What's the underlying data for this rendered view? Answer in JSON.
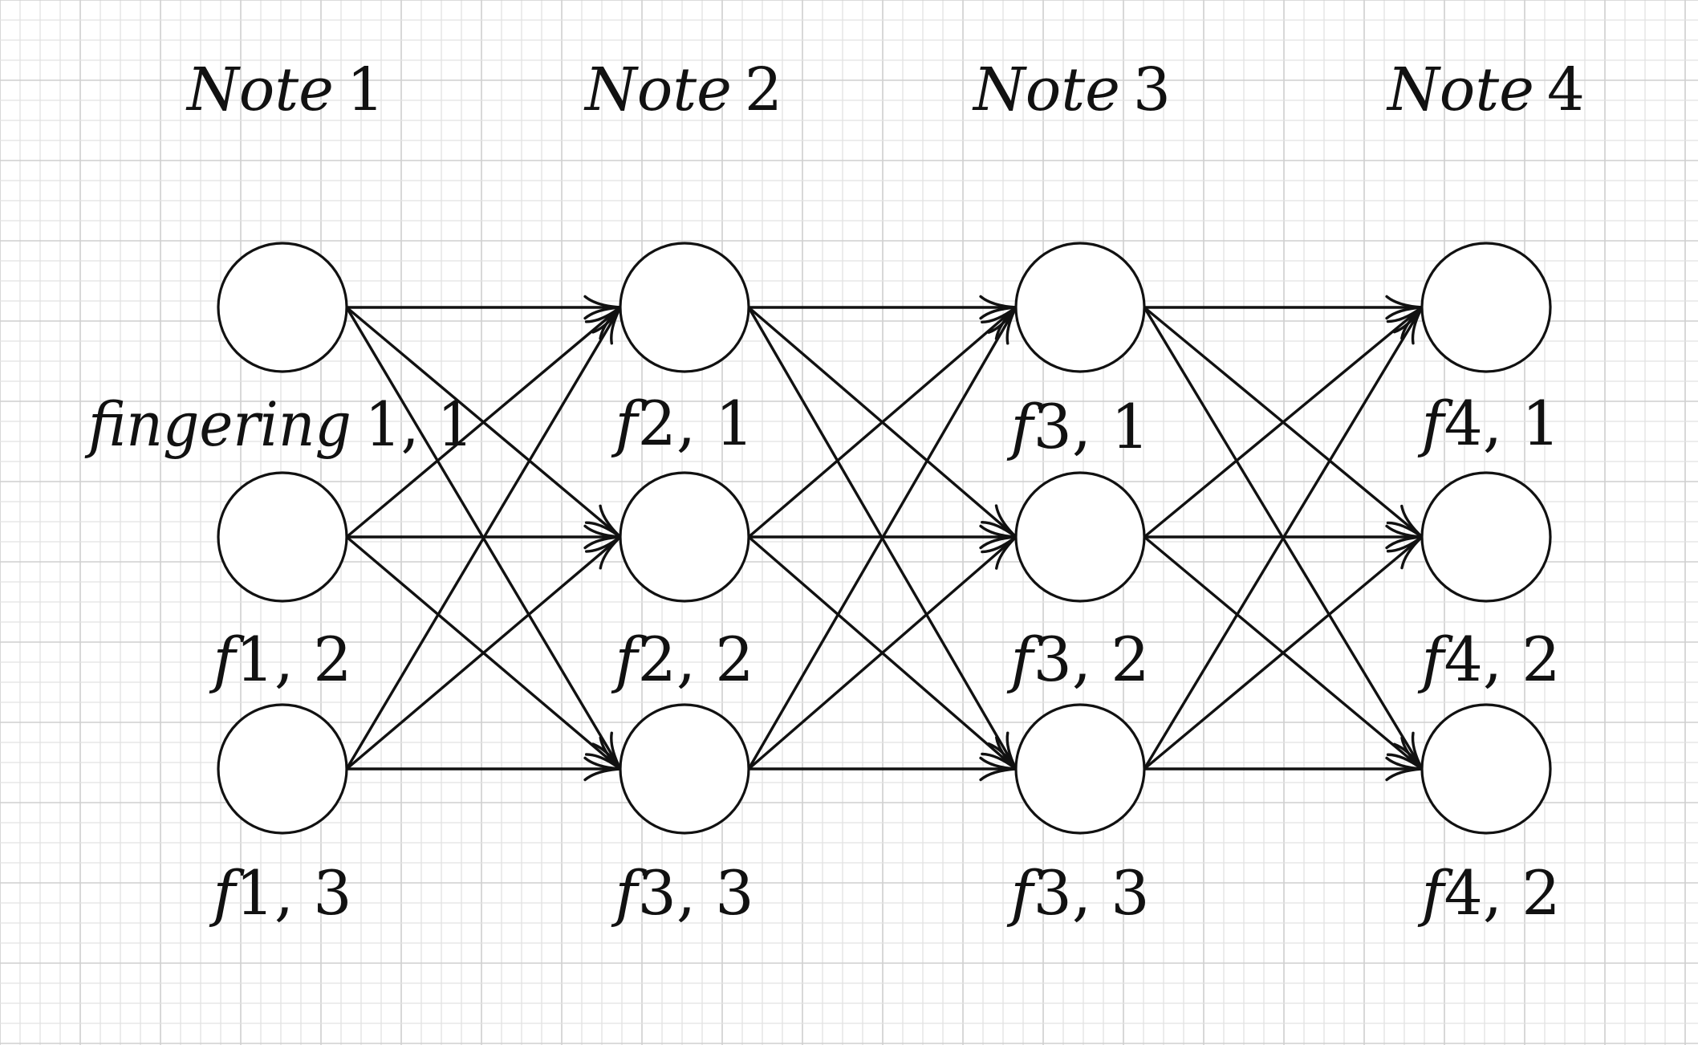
{
  "notes": [
    {
      "title_word": "Note",
      "title_number": "1",
      "fingerings": [
        {
          "prefix": "fingering",
          "label": "1, 1"
        },
        {
          "prefix": "f",
          "label": "1, 2"
        },
        {
          "prefix": "f",
          "label": "1, 3"
        }
      ]
    },
    {
      "title_word": "Note",
      "title_number": "2",
      "fingerings": [
        {
          "prefix": "f",
          "label": "2, 1"
        },
        {
          "prefix": "f",
          "label": "2, 2"
        },
        {
          "prefix": "f",
          "label": "3, 3"
        }
      ]
    },
    {
      "title_word": "Note",
      "title_number": "3",
      "fingerings": [
        {
          "prefix": "f",
          "label": "3, 1"
        },
        {
          "prefix": "f",
          "label": "3, 2"
        },
        {
          "prefix": "f",
          "label": "3, 3"
        }
      ]
    },
    {
      "title_word": "Note",
      "title_number": "4",
      "fingerings": [
        {
          "prefix": "f",
          "label": "4, 1"
        },
        {
          "prefix": "f",
          "label": "4, 2"
        },
        {
          "prefix": "f",
          "label": "4, 2"
        }
      ]
    }
  ],
  "connections": "every fingering of a note is connected to every fingering of the next note",
  "colors": {
    "stroke": "#111111",
    "grid_minor": "#e2e2e2",
    "grid_major": "#cfcfcf",
    "background": "#ffffff"
  }
}
